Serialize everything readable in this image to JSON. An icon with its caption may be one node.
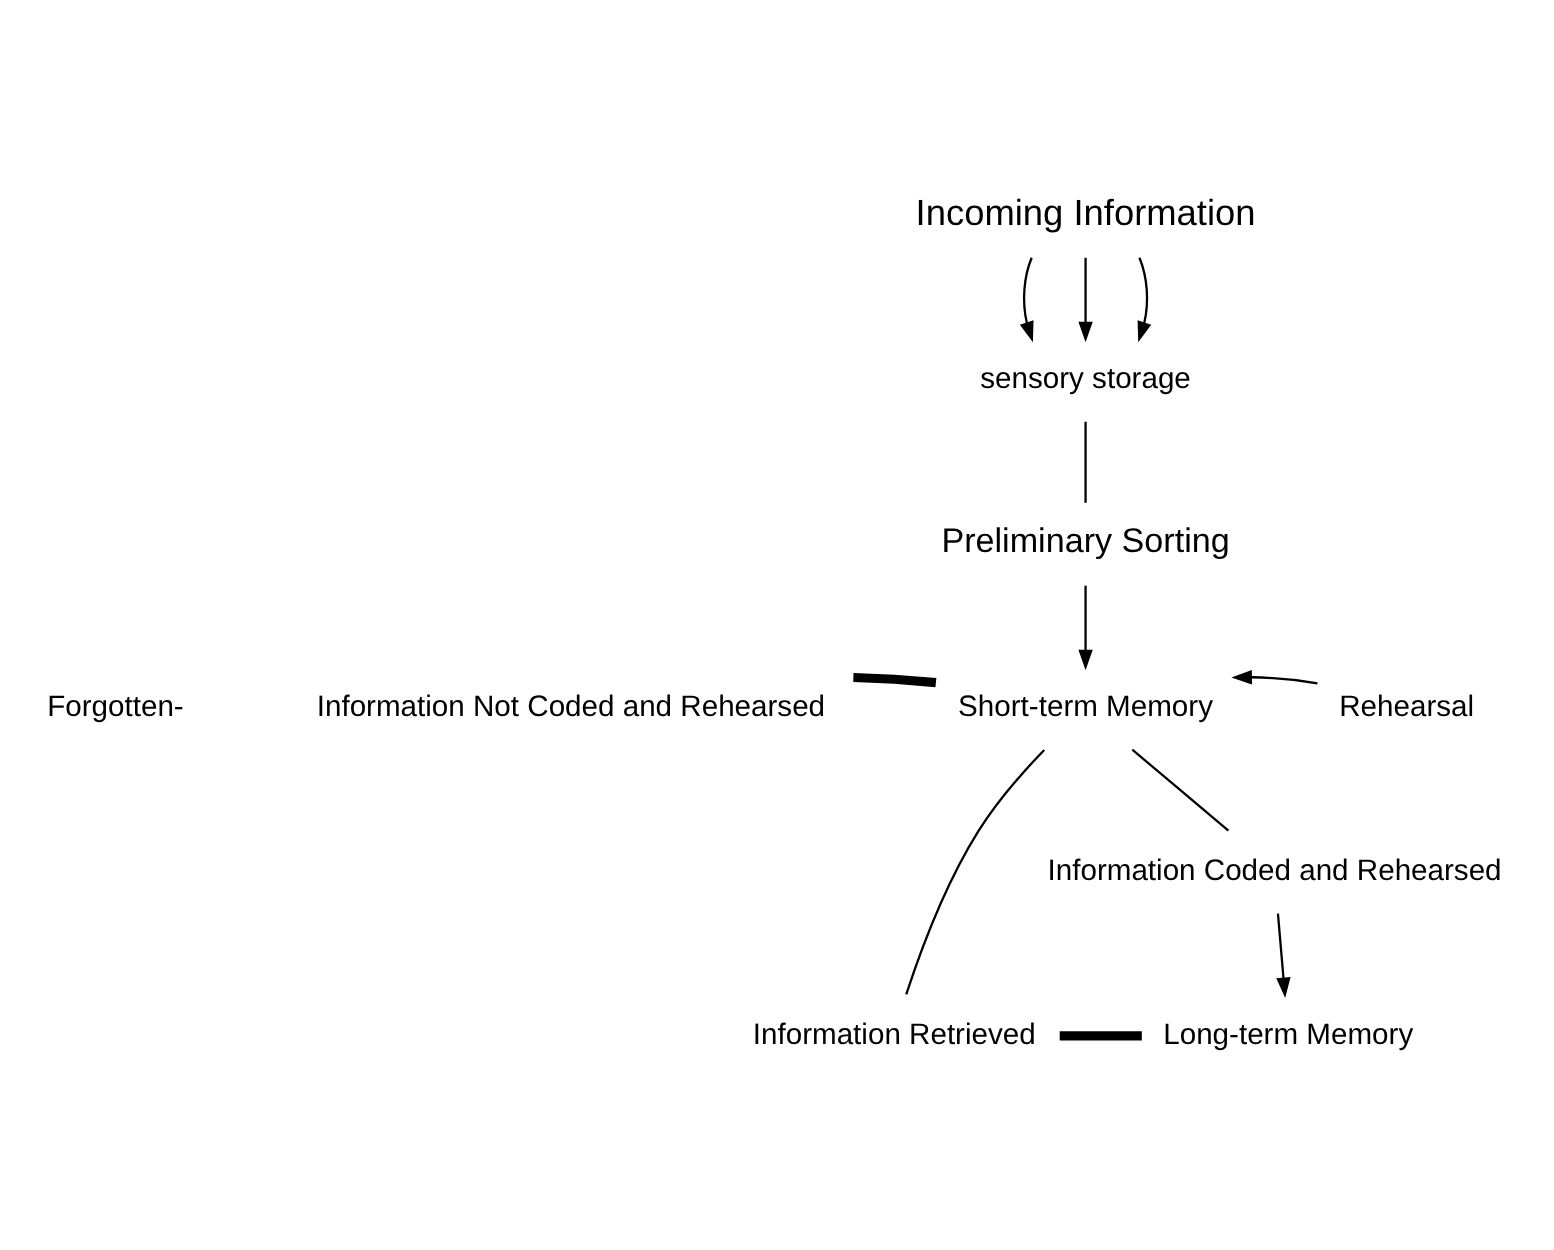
{
  "diagram": {
    "nodes": [
      {
        "text": [
          "Incoming Information"
        ]
      },
      {
        "text": [
          "sensory storage"
        ]
      },
      {
        "text": [
          "Preliminary Sorting"
        ]
      },
      {
        "text": [
          "Short-term Memory"
        ]
      },
      {
        "text": [
          "Information Not Coded and Rehearsed"
        ]
      },
      {
        "text": [
          "Forgotten-"
        ]
      },
      {
        "text": [
          "Rehearsal"
        ]
      },
      {
        "text": [
          "Information Coded and Rehearsed"
        ]
      },
      {
        "text": [
          "Information Retrieved"
        ]
      },
      {
        "text": [
          "Long-term Memory"
        ]
      }
    ],
    "edges": [
      {
        "from": 0,
        "to": 1,
        "arrow": "to"
      },
      {
        "from": 0,
        "to": 1,
        "arrow": "to"
      },
      {
        "from": 0,
        "to": 1,
        "arrow": "to"
      },
      {
        "from": 1,
        "to": 2,
        "arrow": "none"
      },
      {
        "from": 2,
        "to": 3,
        "arrow": "to"
      },
      {
        "from": 4,
        "to": 3,
        "arrow": "none",
        "style": "thick"
      },
      {
        "from": 6,
        "to": 3,
        "arrow": "to"
      },
      {
        "from": 3,
        "to": 7,
        "arrow": "none"
      },
      {
        "from": 3,
        "to": 8,
        "arrow": "none"
      },
      {
        "from": 7,
        "to": 9,
        "arrow": "to"
      },
      {
        "from": 9,
        "to": 8,
        "arrow": "none",
        "style": "thick"
      }
    ]
  }
}
